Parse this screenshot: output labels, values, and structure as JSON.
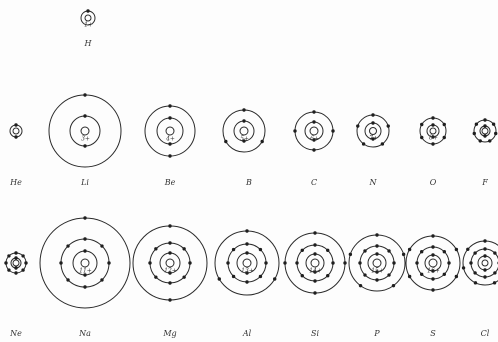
{
  "atoms": [
    {
      "symbol": "H",
      "charge": "1+",
      "shells": [
        1
      ]
    },
    {
      "symbol": "He",
      "charge": "",
      "shells": [
        2
      ]
    },
    {
      "symbol": "Li",
      "charge": "3+",
      "shells": [
        2,
        1
      ]
    },
    {
      "symbol": "Be",
      "charge": "4+",
      "shells": [
        2,
        2
      ]
    },
    {
      "symbol": "B",
      "charge": "5+",
      "shells": [
        2,
        3
      ]
    },
    {
      "symbol": "C",
      "charge": "6+",
      "shells": [
        2,
        4
      ]
    },
    {
      "symbol": "N",
      "charge": "7+",
      "shells": [
        2,
        5
      ]
    },
    {
      "symbol": "O",
      "charge": "8+",
      "shells": [
        2,
        6
      ]
    },
    {
      "symbol": "F",
      "charge": "",
      "shells": [
        2,
        7
      ]
    },
    {
      "symbol": "Ne",
      "charge": "",
      "shells": [
        2,
        8
      ]
    },
    {
      "symbol": "Na",
      "charge": "11+",
      "shells": [
        2,
        8,
        1
      ]
    },
    {
      "symbol": "Mg",
      "charge": "12+",
      "shells": [
        2,
        8,
        2
      ]
    },
    {
      "symbol": "Al",
      "charge": "13+",
      "shells": [
        2,
        8,
        3
      ]
    },
    {
      "symbol": "Si",
      "charge": "14+",
      "shells": [
        2,
        8,
        4
      ]
    },
    {
      "symbol": "P",
      "charge": "15+",
      "shells": [
        2,
        8,
        5
      ]
    },
    {
      "symbol": "S",
      "charge": "16+",
      "shells": [
        2,
        8,
        6
      ]
    },
    {
      "symbol": "Cl",
      "charge": "",
      "shells": [
        2,
        8,
        7
      ]
    }
  ]
}
